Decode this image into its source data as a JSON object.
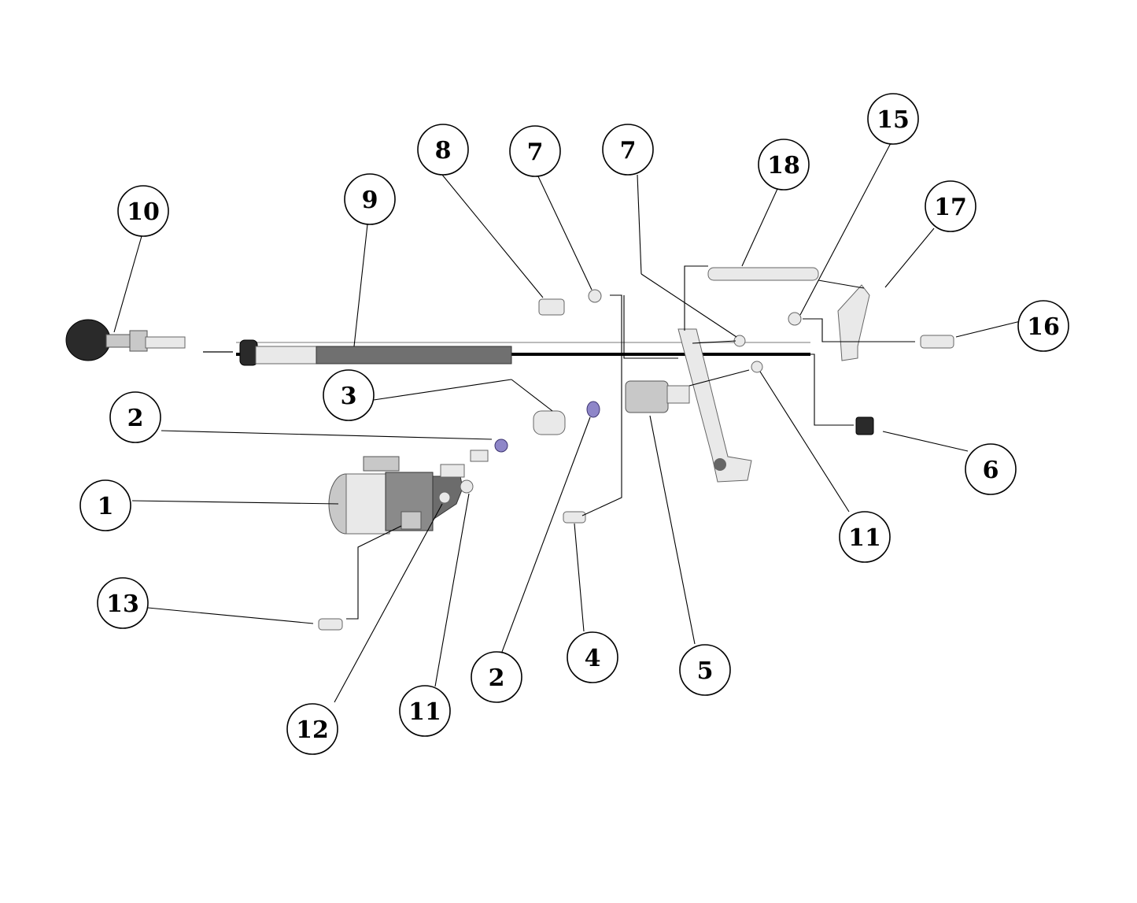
{
  "diagram": {
    "callouts": [
      {
        "id": "c1",
        "label": "1"
      },
      {
        "id": "c2a",
        "label": "2"
      },
      {
        "id": "c2b",
        "label": "2"
      },
      {
        "id": "c3",
        "label": "3"
      },
      {
        "id": "c4",
        "label": "4"
      },
      {
        "id": "c5",
        "label": "5"
      },
      {
        "id": "c6",
        "label": "6"
      },
      {
        "id": "c7a",
        "label": "7"
      },
      {
        "id": "c7b",
        "label": "7"
      },
      {
        "id": "c8",
        "label": "8"
      },
      {
        "id": "c9",
        "label": "9"
      },
      {
        "id": "c10",
        "label": "10"
      },
      {
        "id": "c11a",
        "label": "11"
      },
      {
        "id": "c11b",
        "label": "11"
      },
      {
        "id": "c12",
        "label": "12"
      },
      {
        "id": "c13",
        "label": "13"
      },
      {
        "id": "c15",
        "label": "15"
      },
      {
        "id": "c16",
        "label": "16"
      },
      {
        "id": "c17",
        "label": "17"
      },
      {
        "id": "c18",
        "label": "18"
      }
    ]
  }
}
